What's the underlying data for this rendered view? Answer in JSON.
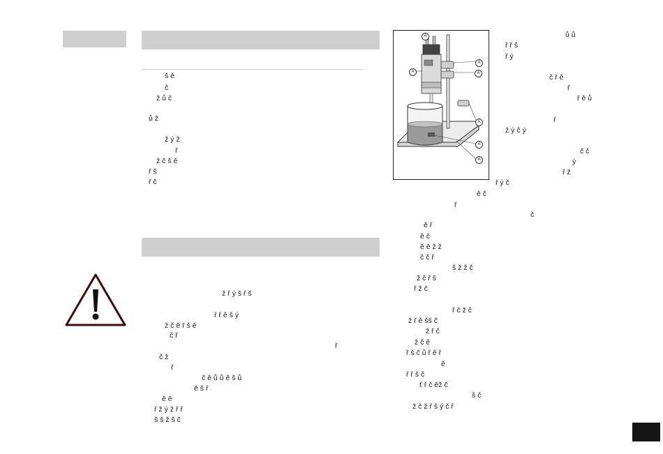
{
  "page": {
    "left_column": {
      "text_lines": [
        "š ě",
        "č",
        "ž ů č",
        "ů ž",
        "ž ý ž",
        "ř",
        "ž č š ě",
        "ř š",
        "ř č"
      ],
      "warning_lines": [
        "ž ř ý š ř š",
        "ř ř ě š ý",
        "ž č ě ř š ě",
        "č ř",
        "ř",
        "č ž",
        "ř",
        "č ě ů ů ě š ů",
        "ě š ř",
        "ě ě",
        "ř ž ý ž ř ř",
        "š š ž š č"
      ]
    },
    "right_column": {
      "text_lines": [
        "ů ů",
        "ř ř š",
        "ř ý",
        "č ř ě",
        "ř",
        "ř ě ů",
        "ř",
        "ž ý č ý",
        "č č",
        "ý",
        "ř ž",
        "ř ý č",
        "ě č",
        "ř",
        "č",
        "ě ř",
        "ě č",
        "ě ě ž ž",
        "č č ř",
        "š ž ž č",
        "ž č ř š",
        "ř ž č",
        "ř č ž č",
        "ž ř ě šš č",
        "ž ř č",
        "ž č ě",
        "ř š č ů ř ě ř",
        "ě",
        "ř ř š č",
        "ť ř č ěž č",
        "š č",
        "ž č ž ř š ý č ř"
      ]
    },
    "figure": {
      "callouts": [
        "A",
        "A",
        "A",
        "A",
        "A",
        "A",
        "A"
      ]
    }
  },
  "colors": {
    "section_bar": "#cfcfcf",
    "warning_stroke": "#3b0d0d",
    "page_box": "#141414"
  },
  "icons": {
    "warning": "warning-triangle-icon"
  }
}
